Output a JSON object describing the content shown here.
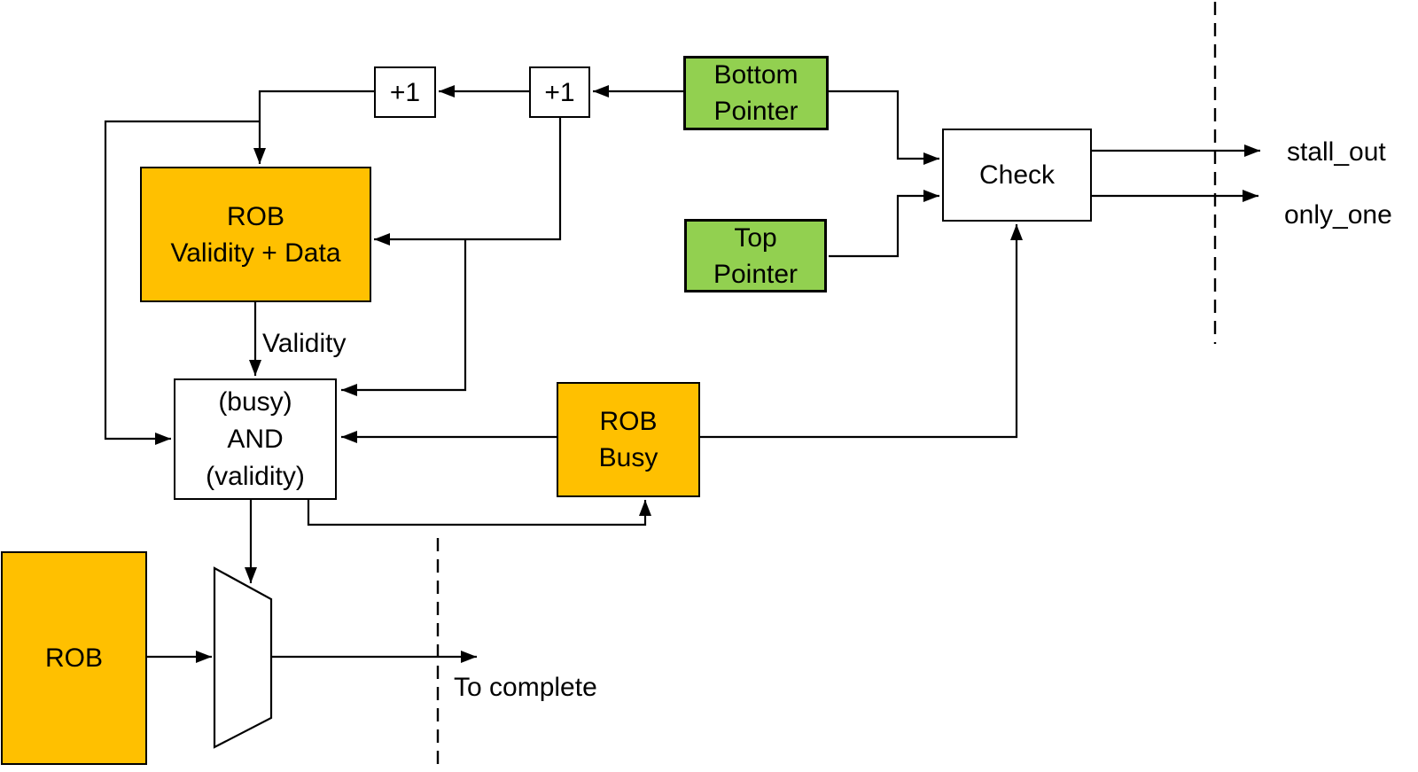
{
  "diagram": {
    "blocks": {
      "inc_left": {
        "label": "+1"
      },
      "inc_right": {
        "label": "+1"
      },
      "bottom_pointer": {
        "lines": [
          "Bottom",
          "Pointer"
        ]
      },
      "top_pointer": {
        "lines": [
          "Top",
          "Pointer"
        ]
      },
      "check": {
        "label": "Check"
      },
      "rob_validity_data": {
        "lines": [
          "ROB",
          "Validity + Data"
        ]
      },
      "busy_and_validity": {
        "lines": [
          "(busy)",
          "AND",
          "(validity)"
        ]
      },
      "rob_busy": {
        "lines": [
          "ROB",
          "Busy"
        ]
      },
      "rob": {
        "label": "ROB"
      }
    },
    "wire_labels": {
      "validity": "Validity",
      "stall_out": "stall_out",
      "only_one": "only_one",
      "to_complete": "To complete"
    },
    "colors": {
      "block_orange": "#FFC000",
      "block_green": "#92D050",
      "line": "#000000",
      "background": "#FFFFFF"
    }
  }
}
